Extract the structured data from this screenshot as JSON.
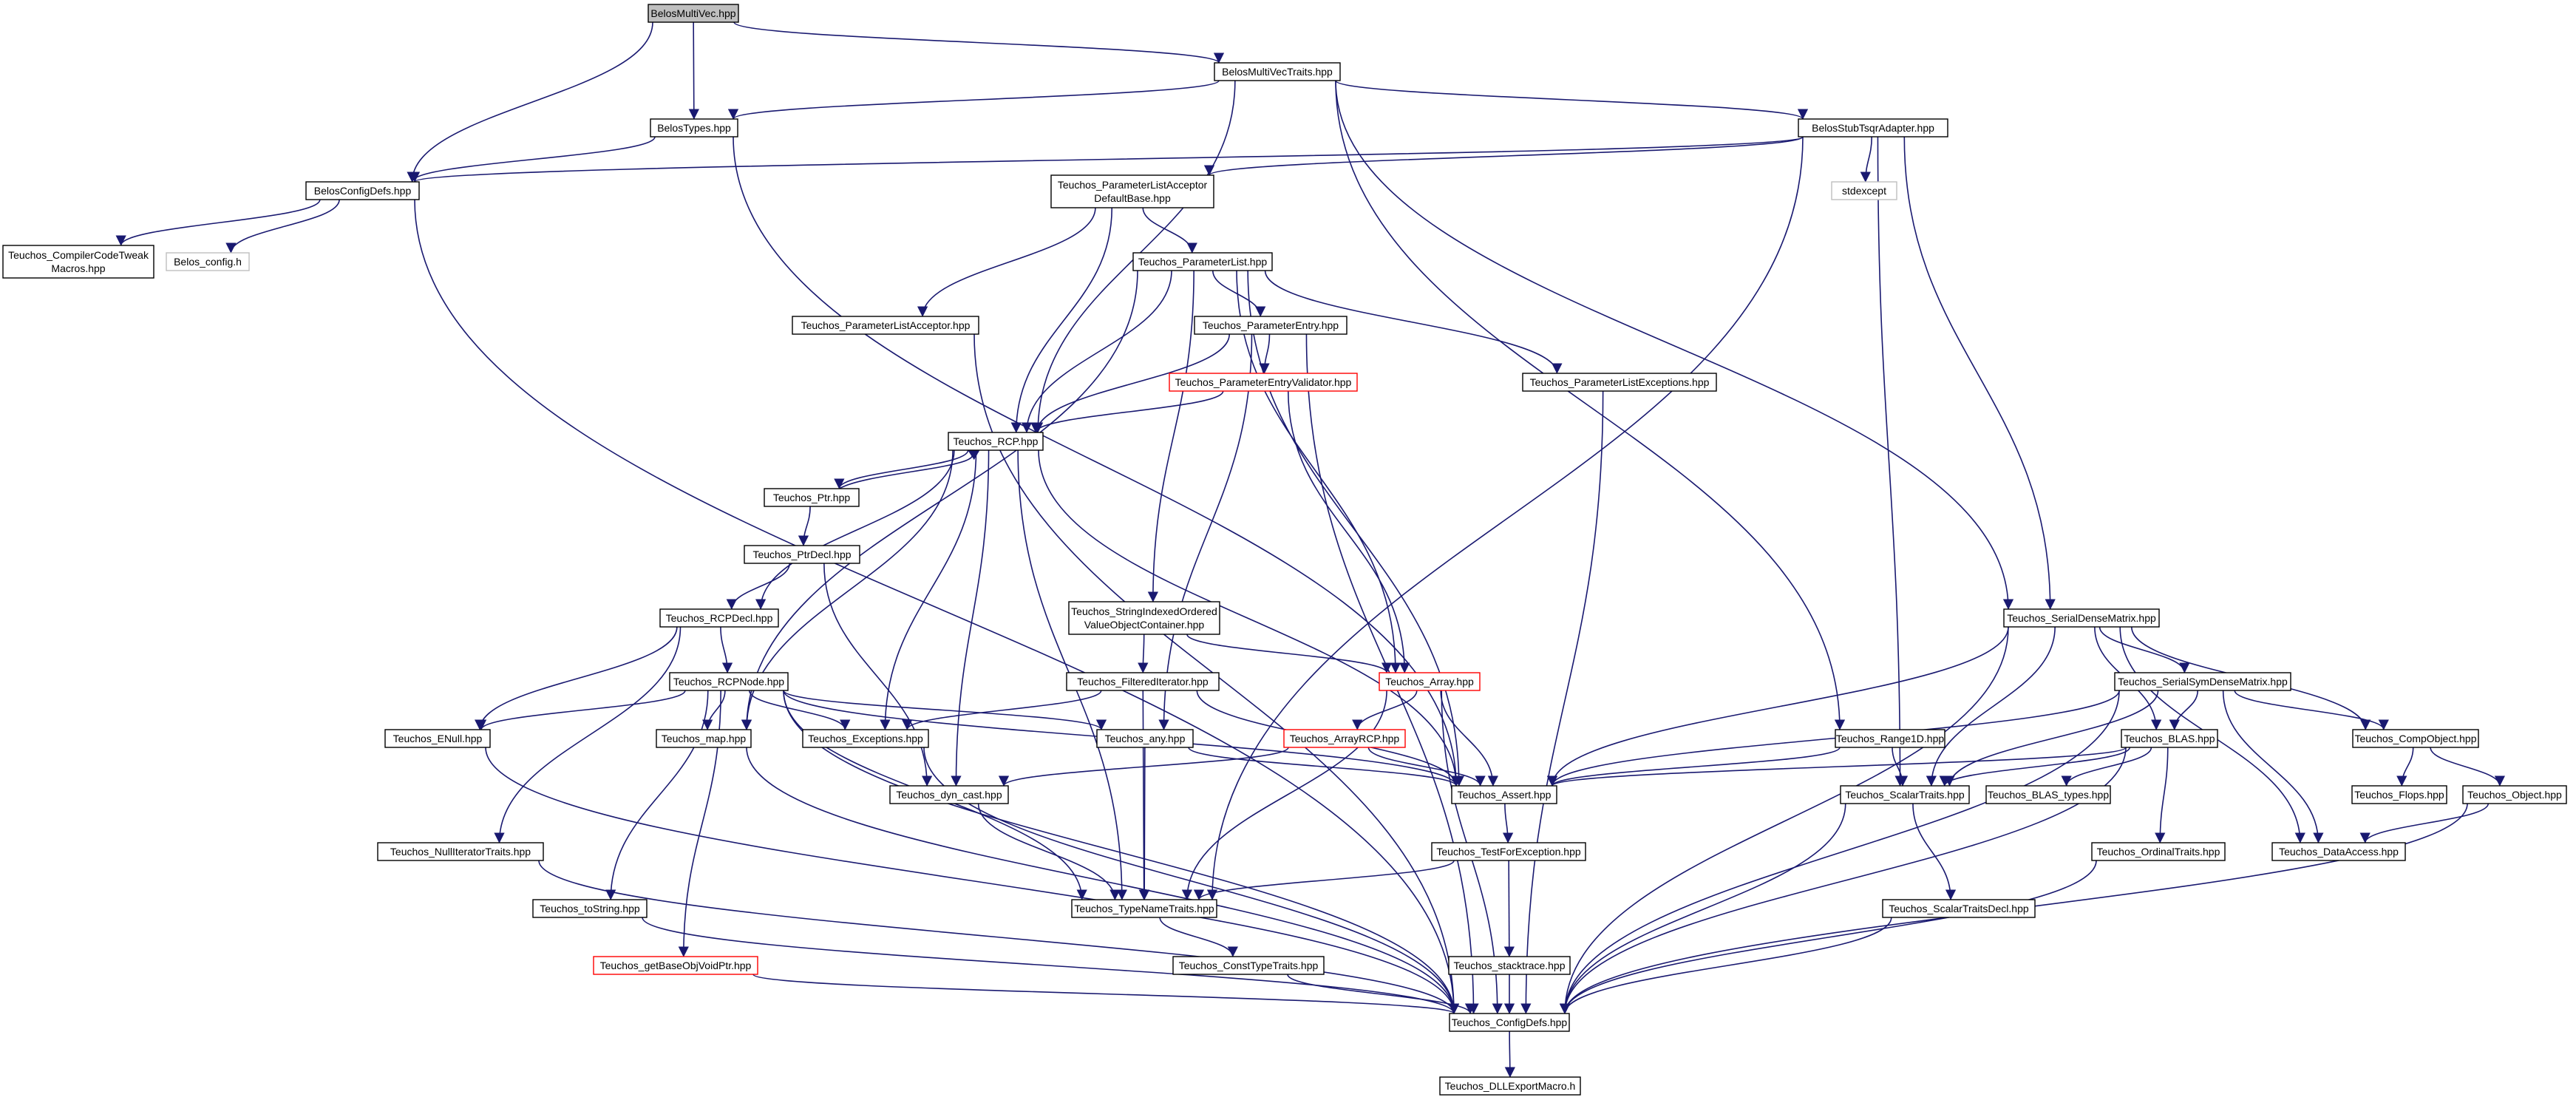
{
  "colors": {
    "edge": "#191970",
    "node_border": "#000000",
    "node_border_red": "#ff0000",
    "node_border_light": "#bfbfbf",
    "root_fill": "#bfbfbf",
    "node_fill": "#ffffff",
    "text": "#000000"
  },
  "nodes": [
    {
      "id": "belosmultivec",
      "lines": [
        "BelosMultiVec.hpp"
      ],
      "style": "root"
    },
    {
      "id": "belosmultivectraits",
      "lines": [
        "BelosMultiVecTraits.hpp"
      ],
      "style": "normal"
    },
    {
      "id": "belostypes",
      "lines": [
        "BelosTypes.hpp"
      ],
      "style": "normal"
    },
    {
      "id": "belosstubtsqr",
      "lines": [
        "BelosStubTsqrAdapter.hpp"
      ],
      "style": "normal"
    },
    {
      "id": "belosconfigdefs",
      "lines": [
        "BelosConfigDefs.hpp"
      ],
      "style": "normal"
    },
    {
      "id": "compilercode",
      "lines": [
        "Teuchos_CompilerCodeTweak",
        "Macros.hpp"
      ],
      "style": "normal"
    },
    {
      "id": "belosconfigh",
      "lines": [
        "Belos_config.h"
      ],
      "style": "light"
    },
    {
      "id": "stdexcept",
      "lines": [
        "stdexcept"
      ],
      "style": "light"
    },
    {
      "id": "plaDefaultBase",
      "lines": [
        "Teuchos_ParameterListAcceptor",
        "DefaultBase.hpp"
      ],
      "style": "normal"
    },
    {
      "id": "paramlist",
      "lines": [
        "Teuchos_ParameterList.hpp"
      ],
      "style": "normal"
    },
    {
      "id": "plAcceptor",
      "lines": [
        "Teuchos_ParameterListAcceptor.hpp"
      ],
      "style": "normal"
    },
    {
      "id": "paramentry",
      "lines": [
        "Teuchos_ParameterEntry.hpp"
      ],
      "style": "normal"
    },
    {
      "id": "peValidator",
      "lines": [
        "Teuchos_ParameterEntryValidator.hpp"
      ],
      "style": "red"
    },
    {
      "id": "plExceptions",
      "lines": [
        "Teuchos_ParameterListExceptions.hpp"
      ],
      "style": "normal"
    },
    {
      "id": "rcp",
      "lines": [
        "Teuchos_RCP.hpp"
      ],
      "style": "normal"
    },
    {
      "id": "ptr",
      "lines": [
        "Teuchos_Ptr.hpp"
      ],
      "style": "normal"
    },
    {
      "id": "ptrdecl",
      "lines": [
        "Teuchos_PtrDecl.hpp"
      ],
      "style": "normal"
    },
    {
      "id": "rcpdecl",
      "lines": [
        "Teuchos_RCPDecl.hpp"
      ],
      "style": "normal"
    },
    {
      "id": "rcpnode",
      "lines": [
        "Teuchos_RCPNode.hpp"
      ],
      "style": "normal"
    },
    {
      "id": "enull",
      "lines": [
        "Teuchos_ENull.hpp"
      ],
      "style": "normal"
    },
    {
      "id": "map",
      "lines": [
        "Teuchos_map.hpp"
      ],
      "style": "normal"
    },
    {
      "id": "exceptions",
      "lines": [
        "Teuchos_Exceptions.hpp"
      ],
      "style": "normal"
    },
    {
      "id": "any",
      "lines": [
        "Teuchos_any.hpp"
      ],
      "style": "normal"
    },
    {
      "id": "dyncast",
      "lines": [
        "Teuchos_dyn_cast.hpp"
      ],
      "style": "normal"
    },
    {
      "id": "nullIter",
      "lines": [
        "Teuchos_NullIteratorTraits.hpp"
      ],
      "style": "normal"
    },
    {
      "id": "tostring",
      "lines": [
        "Teuchos_toString.hpp"
      ],
      "style": "normal"
    },
    {
      "id": "getBase",
      "lines": [
        "Teuchos_getBaseObjVoidPtr.hpp"
      ],
      "style": "red"
    },
    {
      "id": "strIndexed",
      "lines": [
        "Teuchos_StringIndexedOrdered",
        "ValueObjectContainer.hpp"
      ],
      "style": "normal"
    },
    {
      "id": "filtered",
      "lines": [
        "Teuchos_FilteredIterator.hpp"
      ],
      "style": "normal"
    },
    {
      "id": "array",
      "lines": [
        "Teuchos_Array.hpp"
      ],
      "style": "red"
    },
    {
      "id": "arrayrcp",
      "lines": [
        "Teuchos_ArrayRCP.hpp"
      ],
      "style": "red"
    },
    {
      "id": "assert",
      "lines": [
        "Teuchos_Assert.hpp"
      ],
      "style": "normal"
    },
    {
      "id": "testfor",
      "lines": [
        "Teuchos_TestForException.hpp"
      ],
      "style": "normal"
    },
    {
      "id": "typename",
      "lines": [
        "Teuchos_TypeNameTraits.hpp"
      ],
      "style": "normal"
    },
    {
      "id": "consttype",
      "lines": [
        "Teuchos_ConstTypeTraits.hpp"
      ],
      "style": "normal"
    },
    {
      "id": "stacktrace",
      "lines": [
        "Teuchos_stacktrace.hpp"
      ],
      "style": "normal"
    },
    {
      "id": "configdefs",
      "lines": [
        "Teuchos_ConfigDefs.hpp"
      ],
      "style": "normal"
    },
    {
      "id": "dllexport",
      "lines": [
        "Teuchos_DLLExportMacro.h"
      ],
      "style": "normal"
    },
    {
      "id": "range1d",
      "lines": [
        "Teuchos_Range1D.hpp"
      ],
      "style": "normal"
    },
    {
      "id": "serialdense",
      "lines": [
        "Teuchos_SerialDenseMatrix.hpp"
      ],
      "style": "normal"
    },
    {
      "id": "serialsym",
      "lines": [
        "Teuchos_SerialSymDenseMatrix.hpp"
      ],
      "style": "normal"
    },
    {
      "id": "blas",
      "lines": [
        "Teuchos_BLAS.hpp"
      ],
      "style": "normal"
    },
    {
      "id": "scalartraits",
      "lines": [
        "Teuchos_ScalarTraits.hpp"
      ],
      "style": "normal"
    },
    {
      "id": "blastypes",
      "lines": [
        "Teuchos_BLAS_types.hpp"
      ],
      "style": "normal"
    },
    {
      "id": "ordinal",
      "lines": [
        "Teuchos_OrdinalTraits.hpp"
      ],
      "style": "normal"
    },
    {
      "id": "scalardecl",
      "lines": [
        "Teuchos_ScalarTraitsDecl.hpp"
      ],
      "style": "normal"
    },
    {
      "id": "compobject",
      "lines": [
        "Teuchos_CompObject.hpp"
      ],
      "style": "normal"
    },
    {
      "id": "flops",
      "lines": [
        "Teuchos_Flops.hpp"
      ],
      "style": "normal"
    },
    {
      "id": "object",
      "lines": [
        "Teuchos_Object.hpp"
      ],
      "style": "normal"
    },
    {
      "id": "dataaccess",
      "lines": [
        "Teuchos_DataAccess.hpp"
      ],
      "style": "normal"
    }
  ],
  "edges": [
    [
      "belosmultivec",
      "belosmultivectraits"
    ],
    [
      "belosmultivec",
      "belostypes"
    ],
    [
      "belosmultivec",
      "belosconfigdefs"
    ],
    [
      "belosmultivectraits",
      "belostypes"
    ],
    [
      "belosmultivectraits",
      "belosstubtsqr"
    ],
    [
      "belosmultivectraits",
      "rcp"
    ],
    [
      "belosmultivectraits",
      "range1d"
    ],
    [
      "belosmultivectraits",
      "serialdense"
    ],
    [
      "belostypes",
      "belosconfigdefs"
    ],
    [
      "belostypes",
      "assert"
    ],
    [
      "belosstubtsqr",
      "belosconfigdefs"
    ],
    [
      "belosstubtsqr",
      "stdexcept"
    ],
    [
      "belosstubtsqr",
      "plaDefaultBase"
    ],
    [
      "belosstubtsqr",
      "serialdense"
    ],
    [
      "belosstubtsqr",
      "typename"
    ],
    [
      "belosstubtsqr",
      "scalartraits"
    ],
    [
      "belosconfigdefs",
      "compilercode"
    ],
    [
      "belosconfigdefs",
      "belosconfigh"
    ],
    [
      "belosconfigdefs",
      "configdefs"
    ],
    [
      "plaDefaultBase",
      "paramlist"
    ],
    [
      "plaDefaultBase",
      "plAcceptor"
    ],
    [
      "plaDefaultBase",
      "rcp"
    ],
    [
      "plAcceptor",
      "configdefs"
    ],
    [
      "paramlist",
      "paramentry"
    ],
    [
      "paramlist",
      "plExceptions"
    ],
    [
      "paramlist",
      "rcp"
    ],
    [
      "paramlist",
      "strIndexed"
    ],
    [
      "paramlist",
      "array"
    ],
    [
      "paramlist",
      "assert"
    ],
    [
      "paramlist",
      "map"
    ],
    [
      "paramentry",
      "peValidator"
    ],
    [
      "paramentry",
      "rcp"
    ],
    [
      "paramentry",
      "any"
    ],
    [
      "paramentry",
      "configdefs"
    ],
    [
      "peValidator",
      "rcp"
    ],
    [
      "peValidator",
      "array"
    ],
    [
      "plExceptions",
      "configdefs"
    ],
    [
      "rcp",
      "ptr"
    ],
    [
      "rcp",
      "rcpdecl"
    ],
    [
      "rcp",
      "exceptions"
    ],
    [
      "rcp",
      "dyncast"
    ],
    [
      "rcp",
      "typename"
    ],
    [
      "rcp",
      "assert"
    ],
    [
      "rcp",
      "map"
    ],
    [
      "ptr",
      "rcp"
    ],
    [
      "ptr",
      "ptrdecl"
    ],
    [
      "ptrdecl",
      "rcpdecl"
    ],
    [
      "ptrdecl",
      "dyncast"
    ],
    [
      "rcpdecl",
      "rcpnode"
    ],
    [
      "rcpdecl",
      "enull"
    ],
    [
      "rcpdecl",
      "nullIter"
    ],
    [
      "rcpnode",
      "enull"
    ],
    [
      "rcpnode",
      "map"
    ],
    [
      "rcpnode",
      "exceptions"
    ],
    [
      "rcpnode",
      "any"
    ],
    [
      "rcpnode",
      "assert"
    ],
    [
      "rcpnode",
      "typename"
    ],
    [
      "rcpnode",
      "tostring"
    ],
    [
      "rcpnode",
      "getBase"
    ],
    [
      "rcpnode",
      "configdefs"
    ],
    [
      "enull",
      "configdefs"
    ],
    [
      "map",
      "configdefs"
    ],
    [
      "exceptions",
      "configdefs"
    ],
    [
      "any",
      "assert"
    ],
    [
      "any",
      "typename"
    ],
    [
      "dyncast",
      "typename"
    ],
    [
      "nullIter",
      "configdefs"
    ],
    [
      "tostring",
      "configdefs"
    ],
    [
      "getBase",
      "configdefs"
    ],
    [
      "strIndexed",
      "filtered"
    ],
    [
      "strIndexed",
      "array"
    ],
    [
      "filtered",
      "exceptions"
    ],
    [
      "filtered",
      "typename"
    ],
    [
      "filtered",
      "assert"
    ],
    [
      "array",
      "arrayrcp"
    ],
    [
      "array",
      "assert"
    ],
    [
      "array",
      "typename"
    ],
    [
      "array",
      "configdefs"
    ],
    [
      "arrayrcp",
      "assert"
    ],
    [
      "arrayrcp",
      "dyncast"
    ],
    [
      "assert",
      "testfor"
    ],
    [
      "testfor",
      "typename"
    ],
    [
      "testfor",
      "stacktrace"
    ],
    [
      "typename",
      "consttype"
    ],
    [
      "consttype",
      "configdefs"
    ],
    [
      "stacktrace",
      "configdefs"
    ],
    [
      "configdefs",
      "dllexport"
    ],
    [
      "range1d",
      "assert"
    ],
    [
      "range1d",
      "scalartraits"
    ],
    [
      "serialdense",
      "assert"
    ],
    [
      "serialdense",
      "serialsym"
    ],
    [
      "serialdense",
      "blas"
    ],
    [
      "serialdense",
      "scalartraits"
    ],
    [
      "serialdense",
      "compobject"
    ],
    [
      "serialdense",
      "dataaccess"
    ],
    [
      "serialdense",
      "configdefs"
    ],
    [
      "serialsym",
      "assert"
    ],
    [
      "serialsym",
      "blas"
    ],
    [
      "serialsym",
      "scalartraits"
    ],
    [
      "serialsym",
      "compobject"
    ],
    [
      "serialsym",
      "dataaccess"
    ],
    [
      "serialsym",
      "configdefs"
    ],
    [
      "blas",
      "assert"
    ],
    [
      "blas",
      "scalartraits"
    ],
    [
      "blas",
      "blastypes"
    ],
    [
      "blas",
      "ordinal"
    ],
    [
      "blas",
      "configdefs"
    ],
    [
      "scalartraits",
      "scalardecl"
    ],
    [
      "scalartraits",
      "configdefs"
    ],
    [
      "scalardecl",
      "configdefs"
    ],
    [
      "ordinal",
      "configdefs"
    ],
    [
      "compobject",
      "flops"
    ],
    [
      "compobject",
      "object"
    ],
    [
      "object",
      "dataaccess"
    ],
    [
      "object",
      "configdefs"
    ]
  ]
}
